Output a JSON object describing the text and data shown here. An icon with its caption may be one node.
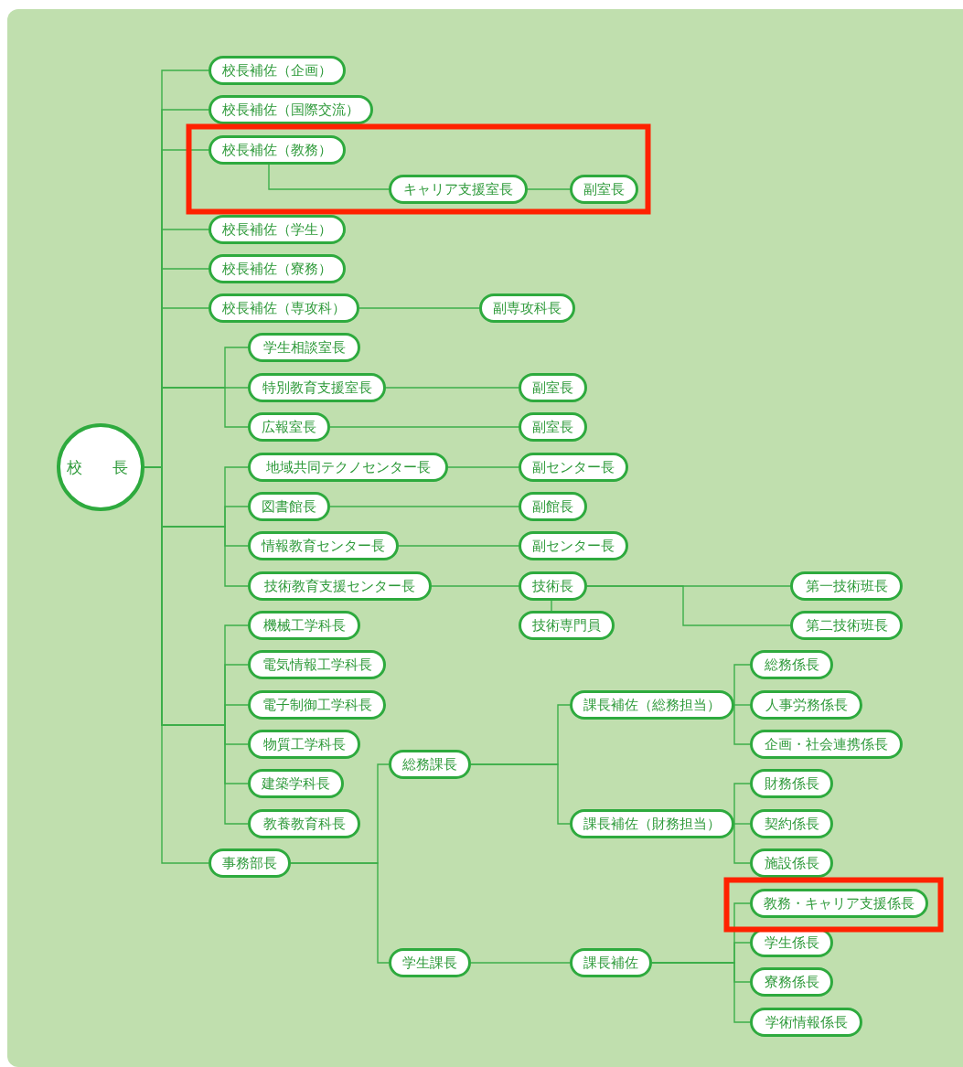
{
  "diagram": {
    "nodes": [
      {
        "text": [
          "校　長"
        ]
      },
      {
        "text": [
          "校長補佐（企画）"
        ]
      },
      {
        "text": [
          "校長補佐（国際交流）"
        ]
      },
      {
        "text": [
          "校長補佐（教務）"
        ]
      },
      {
        "text": [
          "キャリア支援室長"
        ]
      },
      {
        "text": [
          "副室長"
        ]
      },
      {
        "text": [
          "校長補佐（学生）"
        ]
      },
      {
        "text": [
          "校長補佐（寮務）"
        ]
      },
      {
        "text": [
          "校長補佐（専攻科）"
        ]
      },
      {
        "text": [
          "副専攻科長"
        ]
      },
      {
        "text": [
          "学生相談室長"
        ]
      },
      {
        "text": [
          "特別教育支援室長"
        ]
      },
      {
        "text": [
          "副室長"
        ]
      },
      {
        "text": [
          "広報室長"
        ]
      },
      {
        "text": [
          "副室長"
        ]
      },
      {
        "text": [
          "地域共同テクノセンター長"
        ]
      },
      {
        "text": [
          "副センター長"
        ]
      },
      {
        "text": [
          "図書館長"
        ]
      },
      {
        "text": [
          "副館長"
        ]
      },
      {
        "text": [
          "情報教育センター長"
        ]
      },
      {
        "text": [
          "副センター長"
        ]
      },
      {
        "text": [
          "技術教育支援センター長"
        ]
      },
      {
        "text": [
          "技術長"
        ]
      },
      {
        "text": [
          "技術専門員"
        ]
      },
      {
        "text": [
          "第一技術班長"
        ]
      },
      {
        "text": [
          "第二技術班長"
        ]
      },
      {
        "text": [
          "機械工学科長"
        ]
      },
      {
        "text": [
          "電気情報工学科長"
        ]
      },
      {
        "text": [
          "電子制御工学科長"
        ]
      },
      {
        "text": [
          "物質工学科長"
        ]
      },
      {
        "text": [
          "建築学科長"
        ]
      },
      {
        "text": [
          "教養教育科長"
        ]
      },
      {
        "text": [
          "事務部長"
        ]
      },
      {
        "text": [
          "総務課長"
        ]
      },
      {
        "text": [
          "学生課長"
        ]
      },
      {
        "text": [
          "課長補佐（総務担当）"
        ]
      },
      {
        "text": [
          "課長補佐（財務担当）"
        ]
      },
      {
        "text": [
          "総務係長"
        ]
      },
      {
        "text": [
          "人事労務係長"
        ]
      },
      {
        "text": [
          "企画・社会連携係長"
        ]
      },
      {
        "text": [
          "財務係長"
        ]
      },
      {
        "text": [
          "契約係長"
        ]
      },
      {
        "text": [
          "施設係長"
        ]
      },
      {
        "text": [
          "課長補佐"
        ]
      },
      {
        "text": [
          "教務・キャリア支援係長"
        ]
      },
      {
        "text": [
          "学生係長"
        ]
      },
      {
        "text": [
          "寮務係長"
        ]
      },
      {
        "text": [
          "学術情報係長"
        ]
      }
    ],
    "edges": [
      {
        "from": 0,
        "to": 1,
        "arrow": "none"
      },
      {
        "from": 0,
        "to": 2,
        "arrow": "none"
      },
      {
        "from": 0,
        "to": 3,
        "arrow": "none"
      },
      {
        "from": 3,
        "to": 4,
        "arrow": "none"
      },
      {
        "from": 4,
        "to": 5,
        "arrow": "none"
      },
      {
        "from": 0,
        "to": 6,
        "arrow": "none"
      },
      {
        "from": 0,
        "to": 7,
        "arrow": "none"
      },
      {
        "from": 0,
        "to": 8,
        "arrow": "none"
      },
      {
        "from": 8,
        "to": 9,
        "arrow": "none"
      },
      {
        "from": 0,
        "to": 10,
        "arrow": "none"
      },
      {
        "from": 0,
        "to": 11,
        "arrow": "none"
      },
      {
        "from": 11,
        "to": 12,
        "arrow": "none"
      },
      {
        "from": 0,
        "to": 13,
        "arrow": "none"
      },
      {
        "from": 13,
        "to": 14,
        "arrow": "none"
      },
      {
        "from": 0,
        "to": 15,
        "arrow": "none"
      },
      {
        "from": 15,
        "to": 16,
        "arrow": "none"
      },
      {
        "from": 0,
        "to": 17,
        "arrow": "none"
      },
      {
        "from": 17,
        "to": 18,
        "arrow": "none"
      },
      {
        "from": 0,
        "to": 19,
        "arrow": "none"
      },
      {
        "from": 19,
        "to": 20,
        "arrow": "none"
      },
      {
        "from": 0,
        "to": 21,
        "arrow": "none"
      },
      {
        "from": 21,
        "to": 22,
        "arrow": "none"
      },
      {
        "from": 22,
        "to": 23,
        "arrow": "none"
      },
      {
        "from": 22,
        "to": 24,
        "arrow": "none"
      },
      {
        "from": 22,
        "to": 25,
        "arrow": "none"
      },
      {
        "from": 0,
        "to": 26,
        "arrow": "none"
      },
      {
        "from": 0,
        "to": 27,
        "arrow": "none"
      },
      {
        "from": 0,
        "to": 28,
        "arrow": "none"
      },
      {
        "from": 0,
        "to": 29,
        "arrow": "none"
      },
      {
        "from": 0,
        "to": 30,
        "arrow": "none"
      },
      {
        "from": 0,
        "to": 31,
        "arrow": "none"
      },
      {
        "from": 0,
        "to": 32,
        "arrow": "none"
      },
      {
        "from": 32,
        "to": 33,
        "arrow": "none"
      },
      {
        "from": 32,
        "to": 34,
        "arrow": "none"
      },
      {
        "from": 33,
        "to": 35,
        "arrow": "none"
      },
      {
        "from": 33,
        "to": 36,
        "arrow": "none"
      },
      {
        "from": 35,
        "to": 37,
        "arrow": "none"
      },
      {
        "from": 35,
        "to": 38,
        "arrow": "none"
      },
      {
        "from": 35,
        "to": 39,
        "arrow": "none"
      },
      {
        "from": 36,
        "to": 40,
        "arrow": "none"
      },
      {
        "from": 36,
        "to": 41,
        "arrow": "none"
      },
      {
        "from": 36,
        "to": 42,
        "arrow": "none"
      },
      {
        "from": 34,
        "to": 43,
        "arrow": "none"
      },
      {
        "from": 43,
        "to": 44,
        "arrow": "none"
      },
      {
        "from": 43,
        "to": 45,
        "arrow": "none"
      },
      {
        "from": 43,
        "to": 46,
        "arrow": "none"
      },
      {
        "from": 43,
        "to": 47,
        "arrow": "none"
      }
    ]
  }
}
